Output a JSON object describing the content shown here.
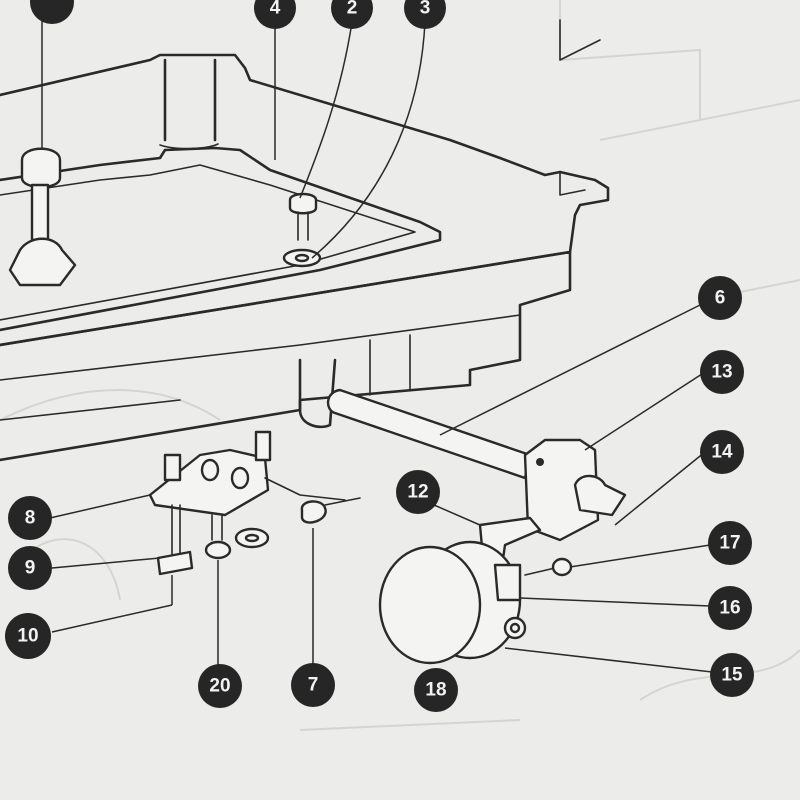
{
  "callouts": [
    {
      "id": "c1",
      "label": ""
    },
    {
      "id": "c2",
      "label": "2"
    },
    {
      "id": "c3",
      "label": "3"
    },
    {
      "id": "c4",
      "label": "4"
    },
    {
      "id": "c6",
      "label": "6"
    },
    {
      "id": "c7",
      "label": "7"
    },
    {
      "id": "c8",
      "label": "8"
    },
    {
      "id": "c9",
      "label": "9"
    },
    {
      "id": "c10",
      "label": "10"
    },
    {
      "id": "c12",
      "label": "12"
    },
    {
      "id": "c13",
      "label": "13"
    },
    {
      "id": "c14",
      "label": "14"
    },
    {
      "id": "c15",
      "label": "15"
    },
    {
      "id": "c16",
      "label": "16"
    },
    {
      "id": "c17",
      "label": "17"
    },
    {
      "id": "c18",
      "label": "18"
    },
    {
      "id": "c20",
      "label": "20"
    }
  ]
}
